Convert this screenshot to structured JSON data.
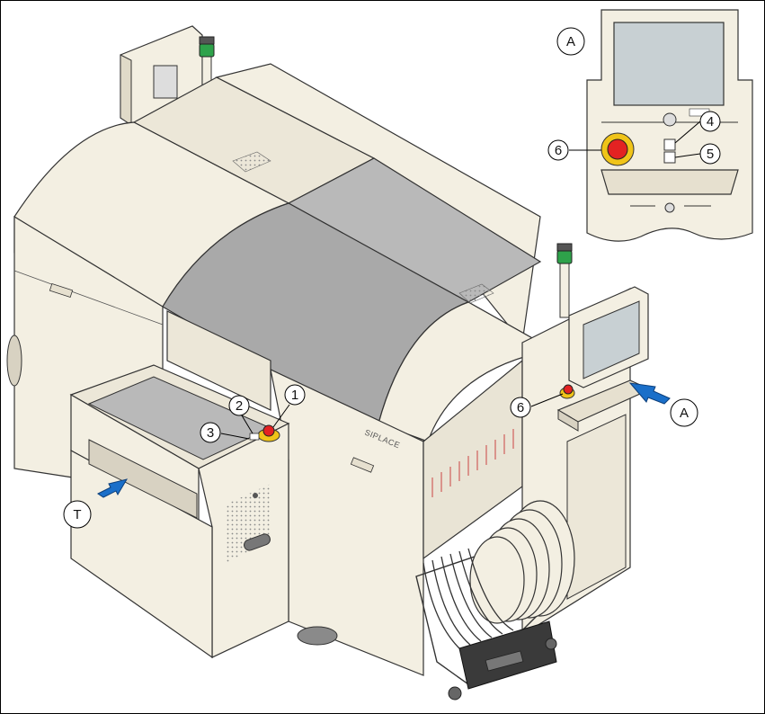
{
  "brand": "SIPLACE",
  "callouts": {
    "c1": "1",
    "c2": "2",
    "c3": "3",
    "c4": "4",
    "c5": "5",
    "c6_machine": "6",
    "c6_inset": "6",
    "a_inset": "A",
    "a_machine": "A",
    "t": "T"
  },
  "colors": {
    "body": "#f3efe2",
    "body_shade": "#e6e0cf",
    "cover_gray": "#b9b9b9",
    "cover_dark": "#a9a9a9",
    "screen": "#c8d0d3",
    "arrow": "#1a6fc9",
    "stop_red": "#e32222",
    "stop_yellow": "#f0c419",
    "lamp_green": "#2ea24a"
  }
}
